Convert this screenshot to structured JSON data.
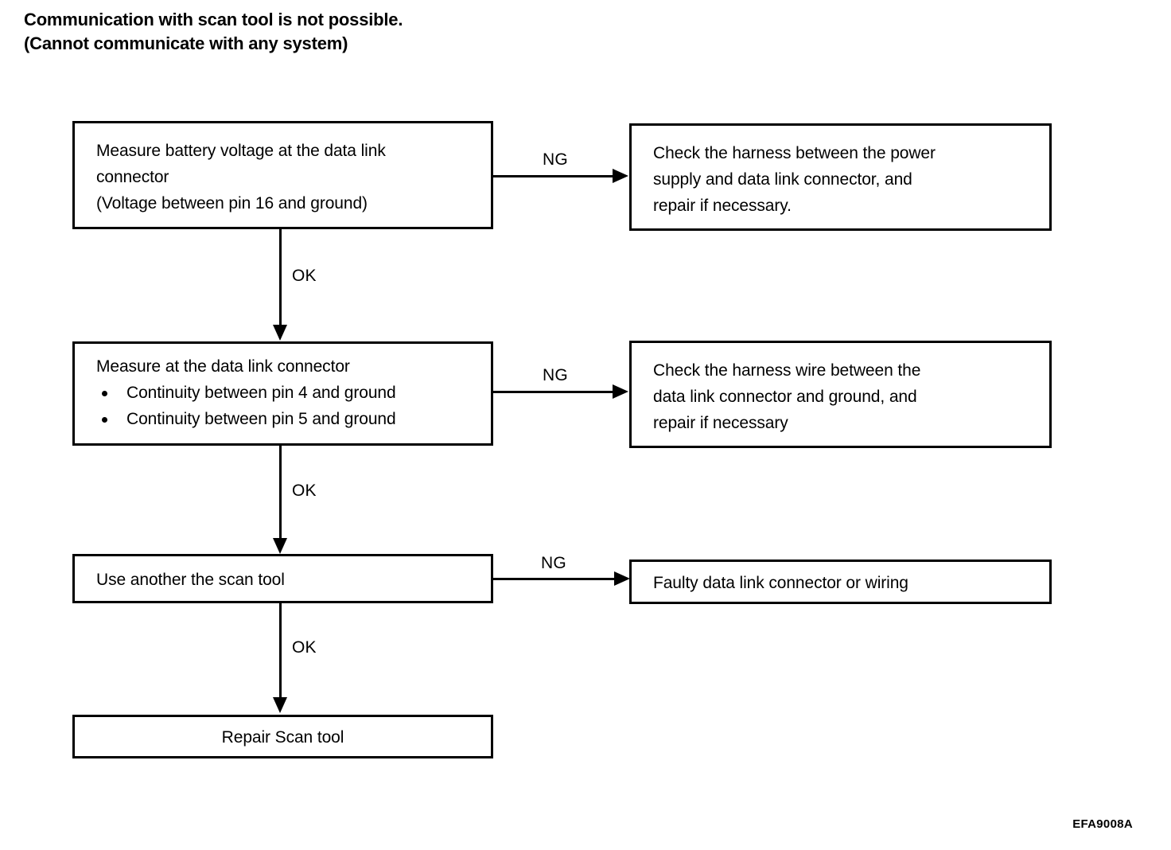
{
  "title": {
    "line1": "Communication with scan tool is not possible.",
    "line2": "(Cannot communicate with any system)"
  },
  "flow": {
    "steps": [
      {
        "id": "measure-battery-voltage",
        "lines": [
          "Measure battery voltage at the data link",
          "connector",
          "(Voltage between pin 16 and ground)"
        ]
      },
      {
        "id": "measure-continuity",
        "heading": "Measure at the data link connector",
        "bullets": [
          "Continuity between pin 4 and ground",
          "Continuity between pin 5 and ground"
        ]
      },
      {
        "id": "use-another-scan-tool",
        "lines": [
          "Use another the scan tool"
        ]
      },
      {
        "id": "repair-scan-tool",
        "lines": [
          "Repair Scan tool"
        ]
      }
    ],
    "outcomes": [
      {
        "id": "check-power-harness",
        "lines": [
          "Check the harness between the power",
          "supply and data link connector, and",
          "repair if necessary."
        ]
      },
      {
        "id": "check-ground-harness",
        "lines": [
          "Check the harness wire between the",
          "data link connector and ground, and",
          "repair if necessary"
        ]
      },
      {
        "id": "faulty-connector",
        "lines": [
          "Faulty data link connector or wiring"
        ]
      }
    ],
    "labels": {
      "ng": "NG",
      "ok": "OK"
    }
  },
  "footer": {
    "doc_code": "EFA9008A"
  },
  "colors": {
    "ink": "#000000",
    "paper": "#ffffff"
  }
}
